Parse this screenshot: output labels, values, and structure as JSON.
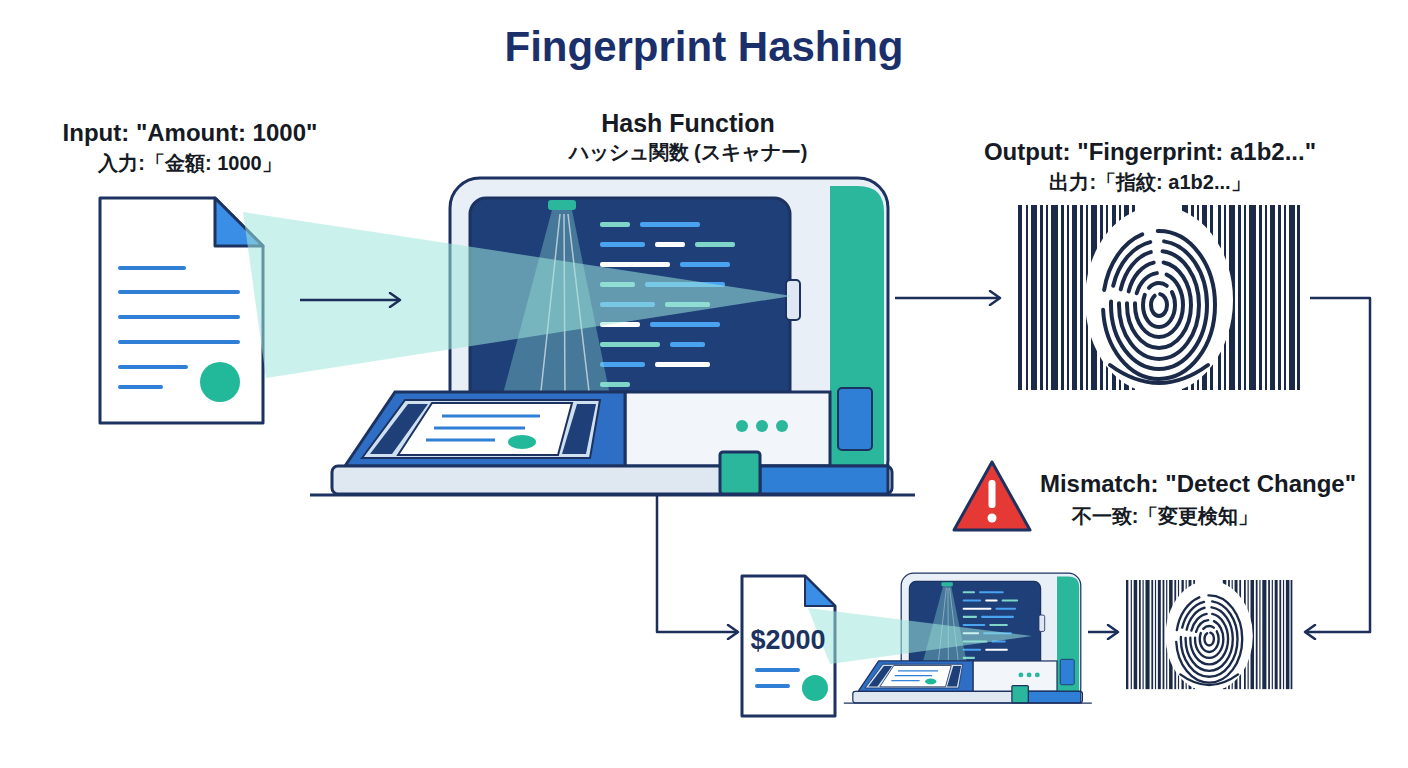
{
  "diagram": {
    "title": "Fingerprint Hashing",
    "nodes": [
      {
        "text": [
          "Input: \"Amount: 1000\"",
          "入力:「金額: 1000」"
        ]
      },
      {
        "text": [
          "Hash Function",
          "ハッシュ関数 (スキャナー)"
        ]
      },
      {
        "text": [
          "Output: \"Fingerprint: a1b2...\"",
          "出力:「指紋: a1b2...」"
        ]
      },
      {
        "text": [
          "$2000"
        ]
      },
      {
        "text": [
          "Mismatch: \"Detect Change\"",
          "不一致:「変更検知」"
        ]
      }
    ],
    "edges": [
      {
        "from": 0,
        "to": 1,
        "arrow": "to"
      },
      {
        "from": 1,
        "to": 2,
        "arrow": "to"
      },
      {
        "from": 2,
        "to": 4,
        "arrow": "to"
      },
      {
        "from": 1,
        "to": 3,
        "arrow": "to"
      }
    ]
  }
}
